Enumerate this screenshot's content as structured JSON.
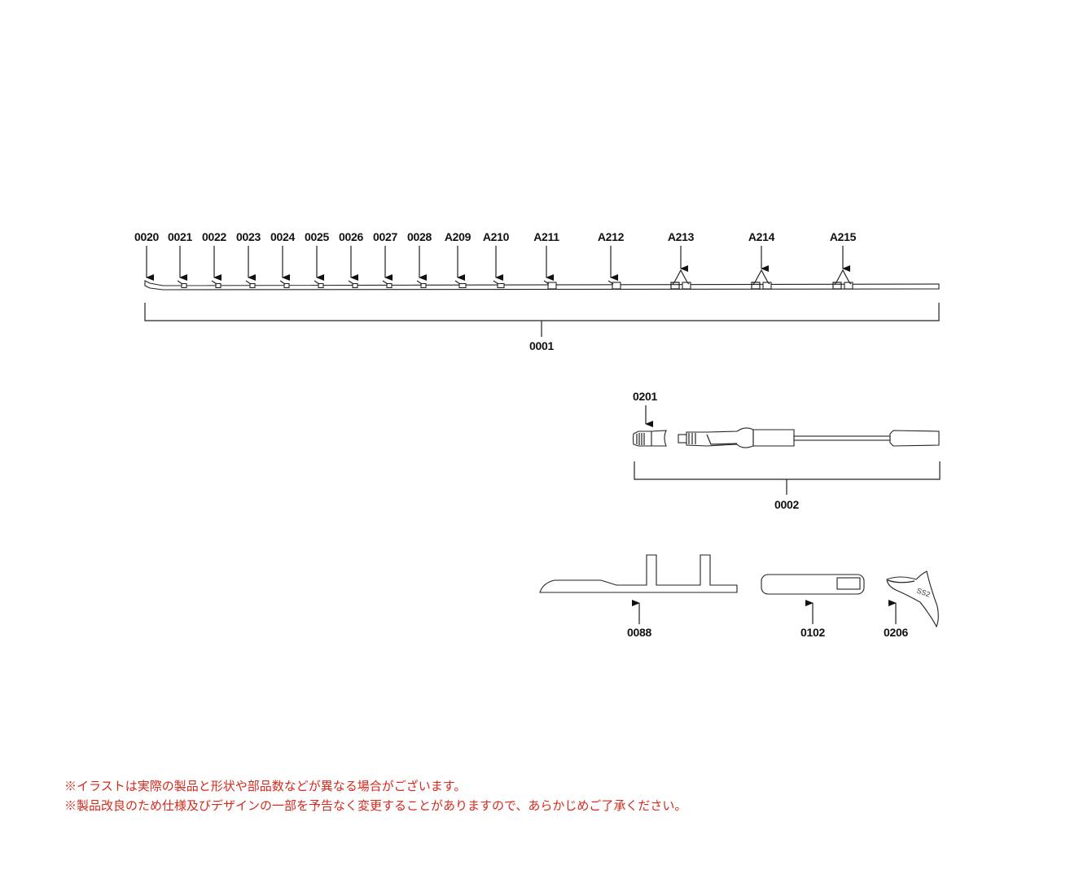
{
  "assembly_rod": {
    "label": "0001",
    "guides": [
      "0020",
      "0021",
      "0022",
      "0023",
      "0024",
      "0025",
      "0026",
      "0027",
      "0028",
      "A209",
      "A210",
      "A211",
      "A212",
      "A213",
      "A214",
      "A215"
    ]
  },
  "assembly_butt": {
    "label": "0002",
    "cap_label": "0201"
  },
  "loose_parts": [
    {
      "label": "0088"
    },
    {
      "label": "0102"
    },
    {
      "label": "0206"
    }
  ],
  "notes": [
    "※イラストは実際の製品と形状や部品数などが異なる場合がございます。",
    "※製品改良のため仕様及びデザインの一部を予告なく変更することがありますので、あらかじめご了承ください。"
  ],
  "colors": {
    "note": "#d42a1e",
    "line": "#222222"
  }
}
